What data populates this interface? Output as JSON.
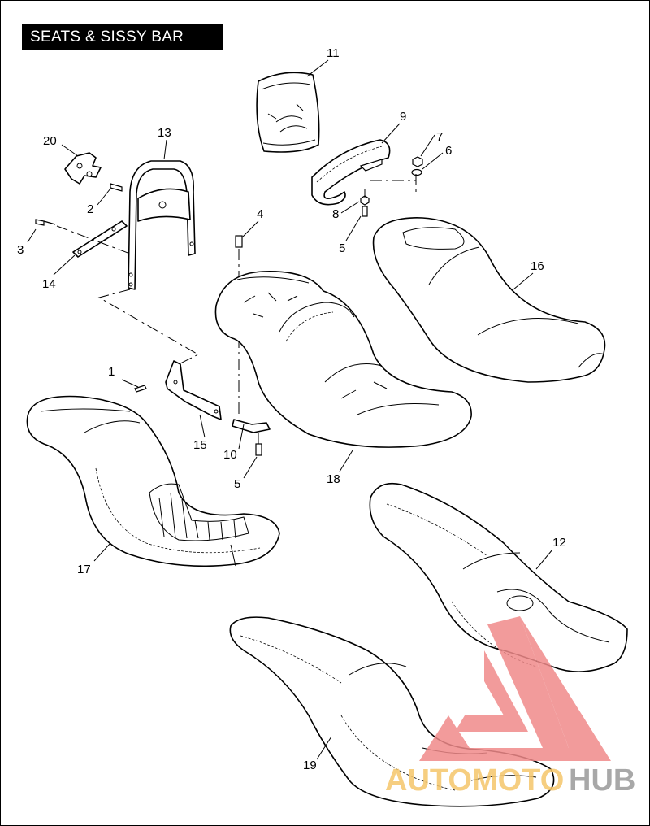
{
  "title": "SEATS & SISSY BAR",
  "callouts": [
    {
      "id": "c1",
      "label": "1"
    },
    {
      "id": "c2",
      "label": "2"
    },
    {
      "id": "c3",
      "label": "3"
    },
    {
      "id": "c4",
      "label": "4"
    },
    {
      "id": "c5a",
      "label": "5"
    },
    {
      "id": "c5b",
      "label": "5"
    },
    {
      "id": "c6",
      "label": "6"
    },
    {
      "id": "c7",
      "label": "7"
    },
    {
      "id": "c8",
      "label": "8"
    },
    {
      "id": "c9",
      "label": "9"
    },
    {
      "id": "c10",
      "label": "10"
    },
    {
      "id": "c11",
      "label": "11"
    },
    {
      "id": "c12",
      "label": "12"
    },
    {
      "id": "c13",
      "label": "13"
    },
    {
      "id": "c14",
      "label": "14"
    },
    {
      "id": "c15",
      "label": "15"
    },
    {
      "id": "c16",
      "label": "16"
    },
    {
      "id": "c17",
      "label": "17"
    },
    {
      "id": "c18",
      "label": "18"
    },
    {
      "id": "c19",
      "label": "19"
    },
    {
      "id": "c20",
      "label": "20"
    }
  ],
  "watermark": {
    "part1": "AUTOMOTO",
    "part2": "HUB",
    "color_primary": "#f08a8a",
    "color_secondary": "#f5c66a",
    "color_dark": "#9a9a9a"
  }
}
